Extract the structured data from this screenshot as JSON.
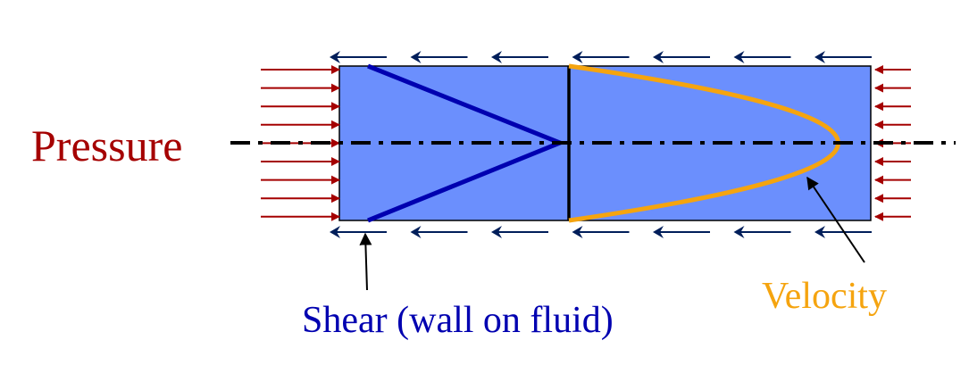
{
  "labels": {
    "pressure": "Pressure",
    "shear": "Shear (wall on fluid)",
    "velocity": "Velocity"
  },
  "colors": {
    "fluid_fill": "#6b8ffd",
    "pressure": "#a50000",
    "shear_profile": "#0000b0",
    "shear_arrows": "#001e5a",
    "velocity": "#f5a40f",
    "centerline": "#000000",
    "pointer": "#000000"
  }
}
